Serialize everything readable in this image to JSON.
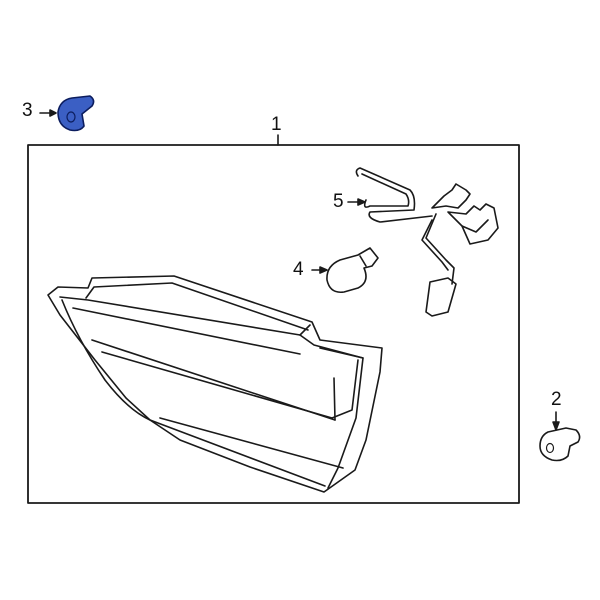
{
  "diagram": {
    "callouts": [
      {
        "number": "1",
        "part": "tail-lamp-assembly"
      },
      {
        "number": "2",
        "part": "nut"
      },
      {
        "number": "3",
        "part": "bolt",
        "highlighted": true
      },
      {
        "number": "4",
        "part": "bulb"
      },
      {
        "number": "5",
        "part": "wiring-harness-socket"
      }
    ],
    "colors": {
      "highlight": "#3b5fc4",
      "line": "#1a1a1a",
      "background": "#ffffff"
    }
  }
}
